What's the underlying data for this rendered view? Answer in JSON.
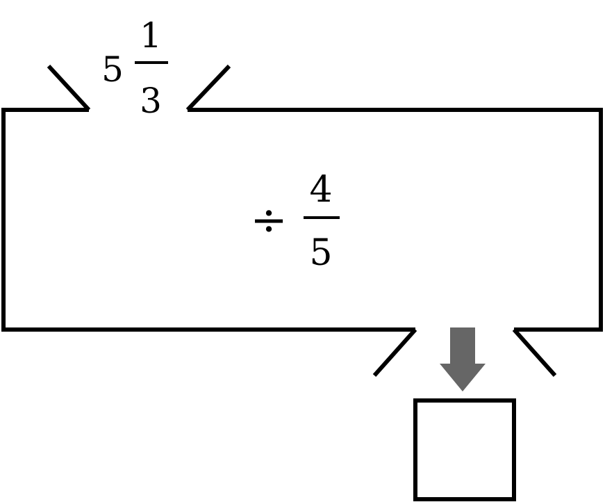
{
  "input": {
    "whole": "5",
    "numerator": "1",
    "denominator": "3"
  },
  "operation": {
    "symbol": "÷",
    "numerator": "4",
    "denominator": "5"
  },
  "output": {
    "value": ""
  },
  "colors": {
    "line": "#000000",
    "arrow": "#666666",
    "background": "#ffffff"
  }
}
